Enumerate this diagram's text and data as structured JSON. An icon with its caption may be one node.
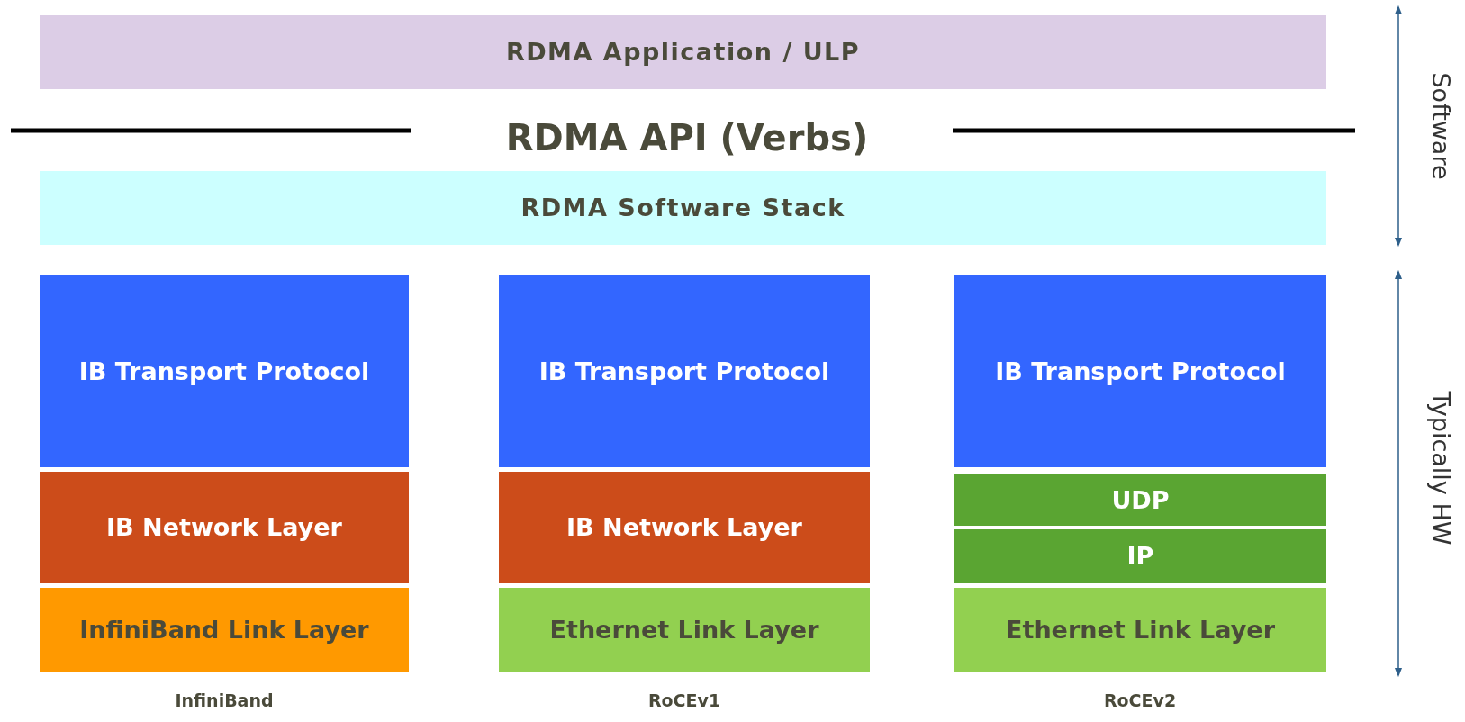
{
  "diagram": {
    "nodes": [
      {
        "text": [
          "RDMA Application / ULP"
        ]
      },
      {
        "text": [
          "RDMA Software Stack"
        ]
      },
      {
        "text": [
          "IB Transport Protocol"
        ]
      },
      {
        "text": [
          "IB Network Layer"
        ]
      },
      {
        "text": [
          "InfiniBand Link Layer"
        ]
      },
      {
        "text": [
          "IB Transport Protocol"
        ]
      },
      {
        "text": [
          "IB Network Layer"
        ]
      },
      {
        "text": [
          "Ethernet Link Layer"
        ]
      },
      {
        "text": [
          "IB Transport Protocol"
        ]
      },
      {
        "text": [
          "UDP"
        ]
      },
      {
        "text": [
          "IP"
        ]
      },
      {
        "text": [
          "Ethernet Link Layer"
        ]
      }
    ],
    "edges": [],
    "labels": [
      "RDMA API (Verbs)",
      "Software",
      "Typically HW",
      "InfiniBand",
      "RoCEv1",
      "RoCEv2"
    ]
  }
}
